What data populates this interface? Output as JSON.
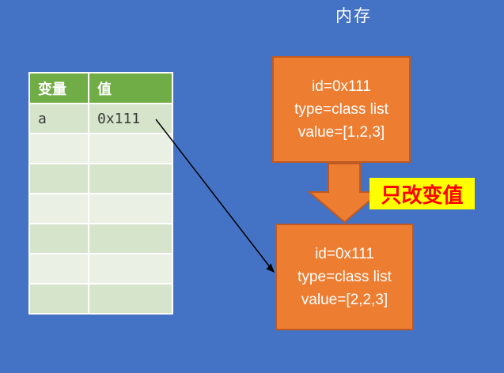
{
  "title": "内存",
  "table": {
    "headers": [
      "变量",
      "值"
    ],
    "rows": [
      {
        "variable": "a",
        "value": "0x111"
      },
      {
        "variable": "",
        "value": ""
      },
      {
        "variable": "",
        "value": ""
      },
      {
        "variable": "",
        "value": ""
      },
      {
        "variable": "",
        "value": ""
      },
      {
        "variable": "",
        "value": ""
      },
      {
        "variable": "",
        "value": ""
      }
    ]
  },
  "memory": {
    "before": {
      "lines": [
        "id=0x111",
        "type=class list",
        "value=[1,2,3]"
      ]
    },
    "after": {
      "lines": [
        "id=0x111",
        "type=class list",
        "value=[2,2,3]"
      ]
    }
  },
  "annotation": {
    "text": "只改变值"
  },
  "colors": {
    "background": "#4472C4",
    "header_bg": "#70AD47",
    "row_odd": "#D7E4CC",
    "row_even": "#EAF0E4",
    "box_fill": "#ED7D31",
    "box_border": "#C05A21",
    "label_bg": "#FFFF00",
    "label_text": "#FF0000",
    "cell_text": "#3A3A3A",
    "arrow_black": "#000000",
    "text_white": "#FFFFFF"
  }
}
